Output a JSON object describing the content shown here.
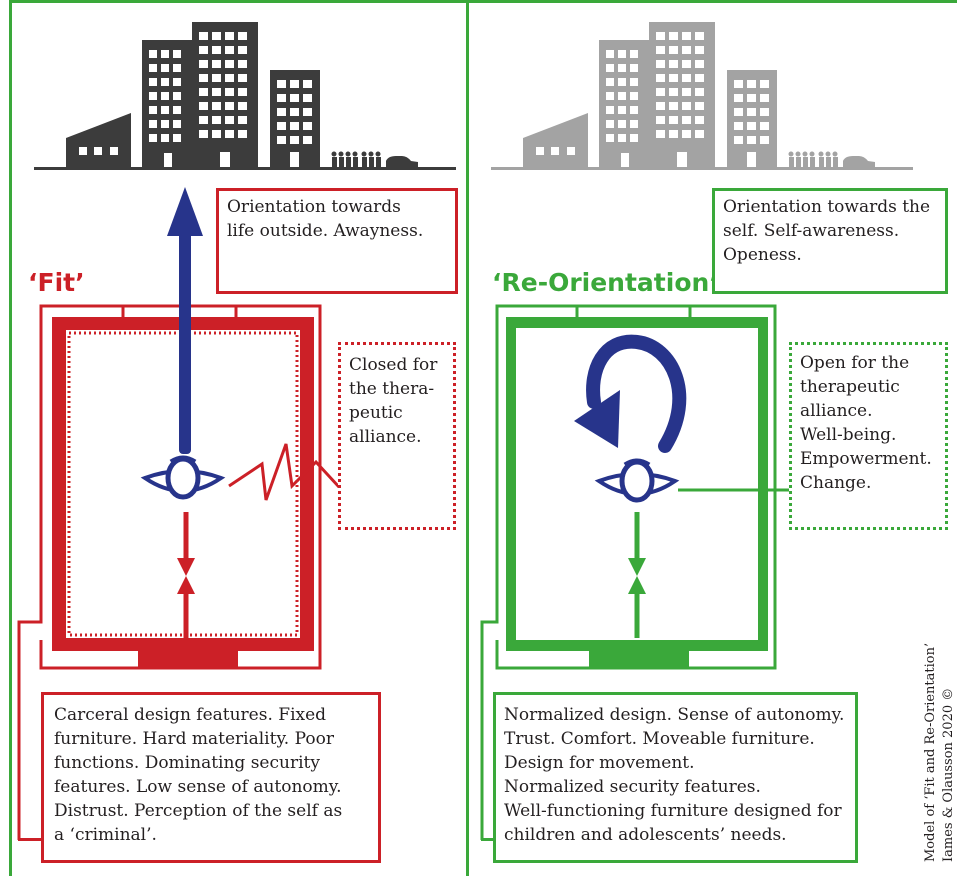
{
  "fit": {
    "title": "‘Fit’",
    "outside_box": [
      "Orientation towards",
      "life outside. Awayness."
    ],
    "alliance_box": [
      "Closed for",
      "the thera-",
      "peutic",
      "alliance."
    ],
    "design_box": [
      "Carceral design features. Fixed",
      "furniture. Hard materiality. Poor",
      "functions. Dominating security",
      "features. Low sense of autonomy.",
      "Distrust. Perception of the self as",
      "a ‘criminal’."
    ]
  },
  "reorientation": {
    "title": "‘Re-Orientation’",
    "self_box": [
      "Orientation towards the",
      "self. Self-awareness.",
      "Openess."
    ],
    "alliance_box": [
      "Open for the",
      "therapeutic",
      "alliance.",
      "Well-being.",
      "Empowerment.",
      "Change."
    ],
    "design_box": [
      "Normalized design. Sense of autonomy.",
      "Trust. Comfort. Moveable furniture.",
      "Design for movement.",
      "Normalized security features.",
      "Well-functioning furniture designed for",
      "children and adolescents’ needs."
    ]
  },
  "credit": [
    "Model of ‘Fit and Re-Orientation’",
    "Iames & Olausson 2020 ©"
  ],
  "colors": {
    "red": "#cc2027",
    "green": "#3aa83a",
    "blue": "#27348b",
    "dark": "#3c3c3c",
    "grey": "#a3a3a3"
  },
  "icons": [
    "city-skyline-icon",
    "person-top-view-icon",
    "arrow-up-icon",
    "circular-arrow-icon",
    "zigzag-line-icon"
  ]
}
